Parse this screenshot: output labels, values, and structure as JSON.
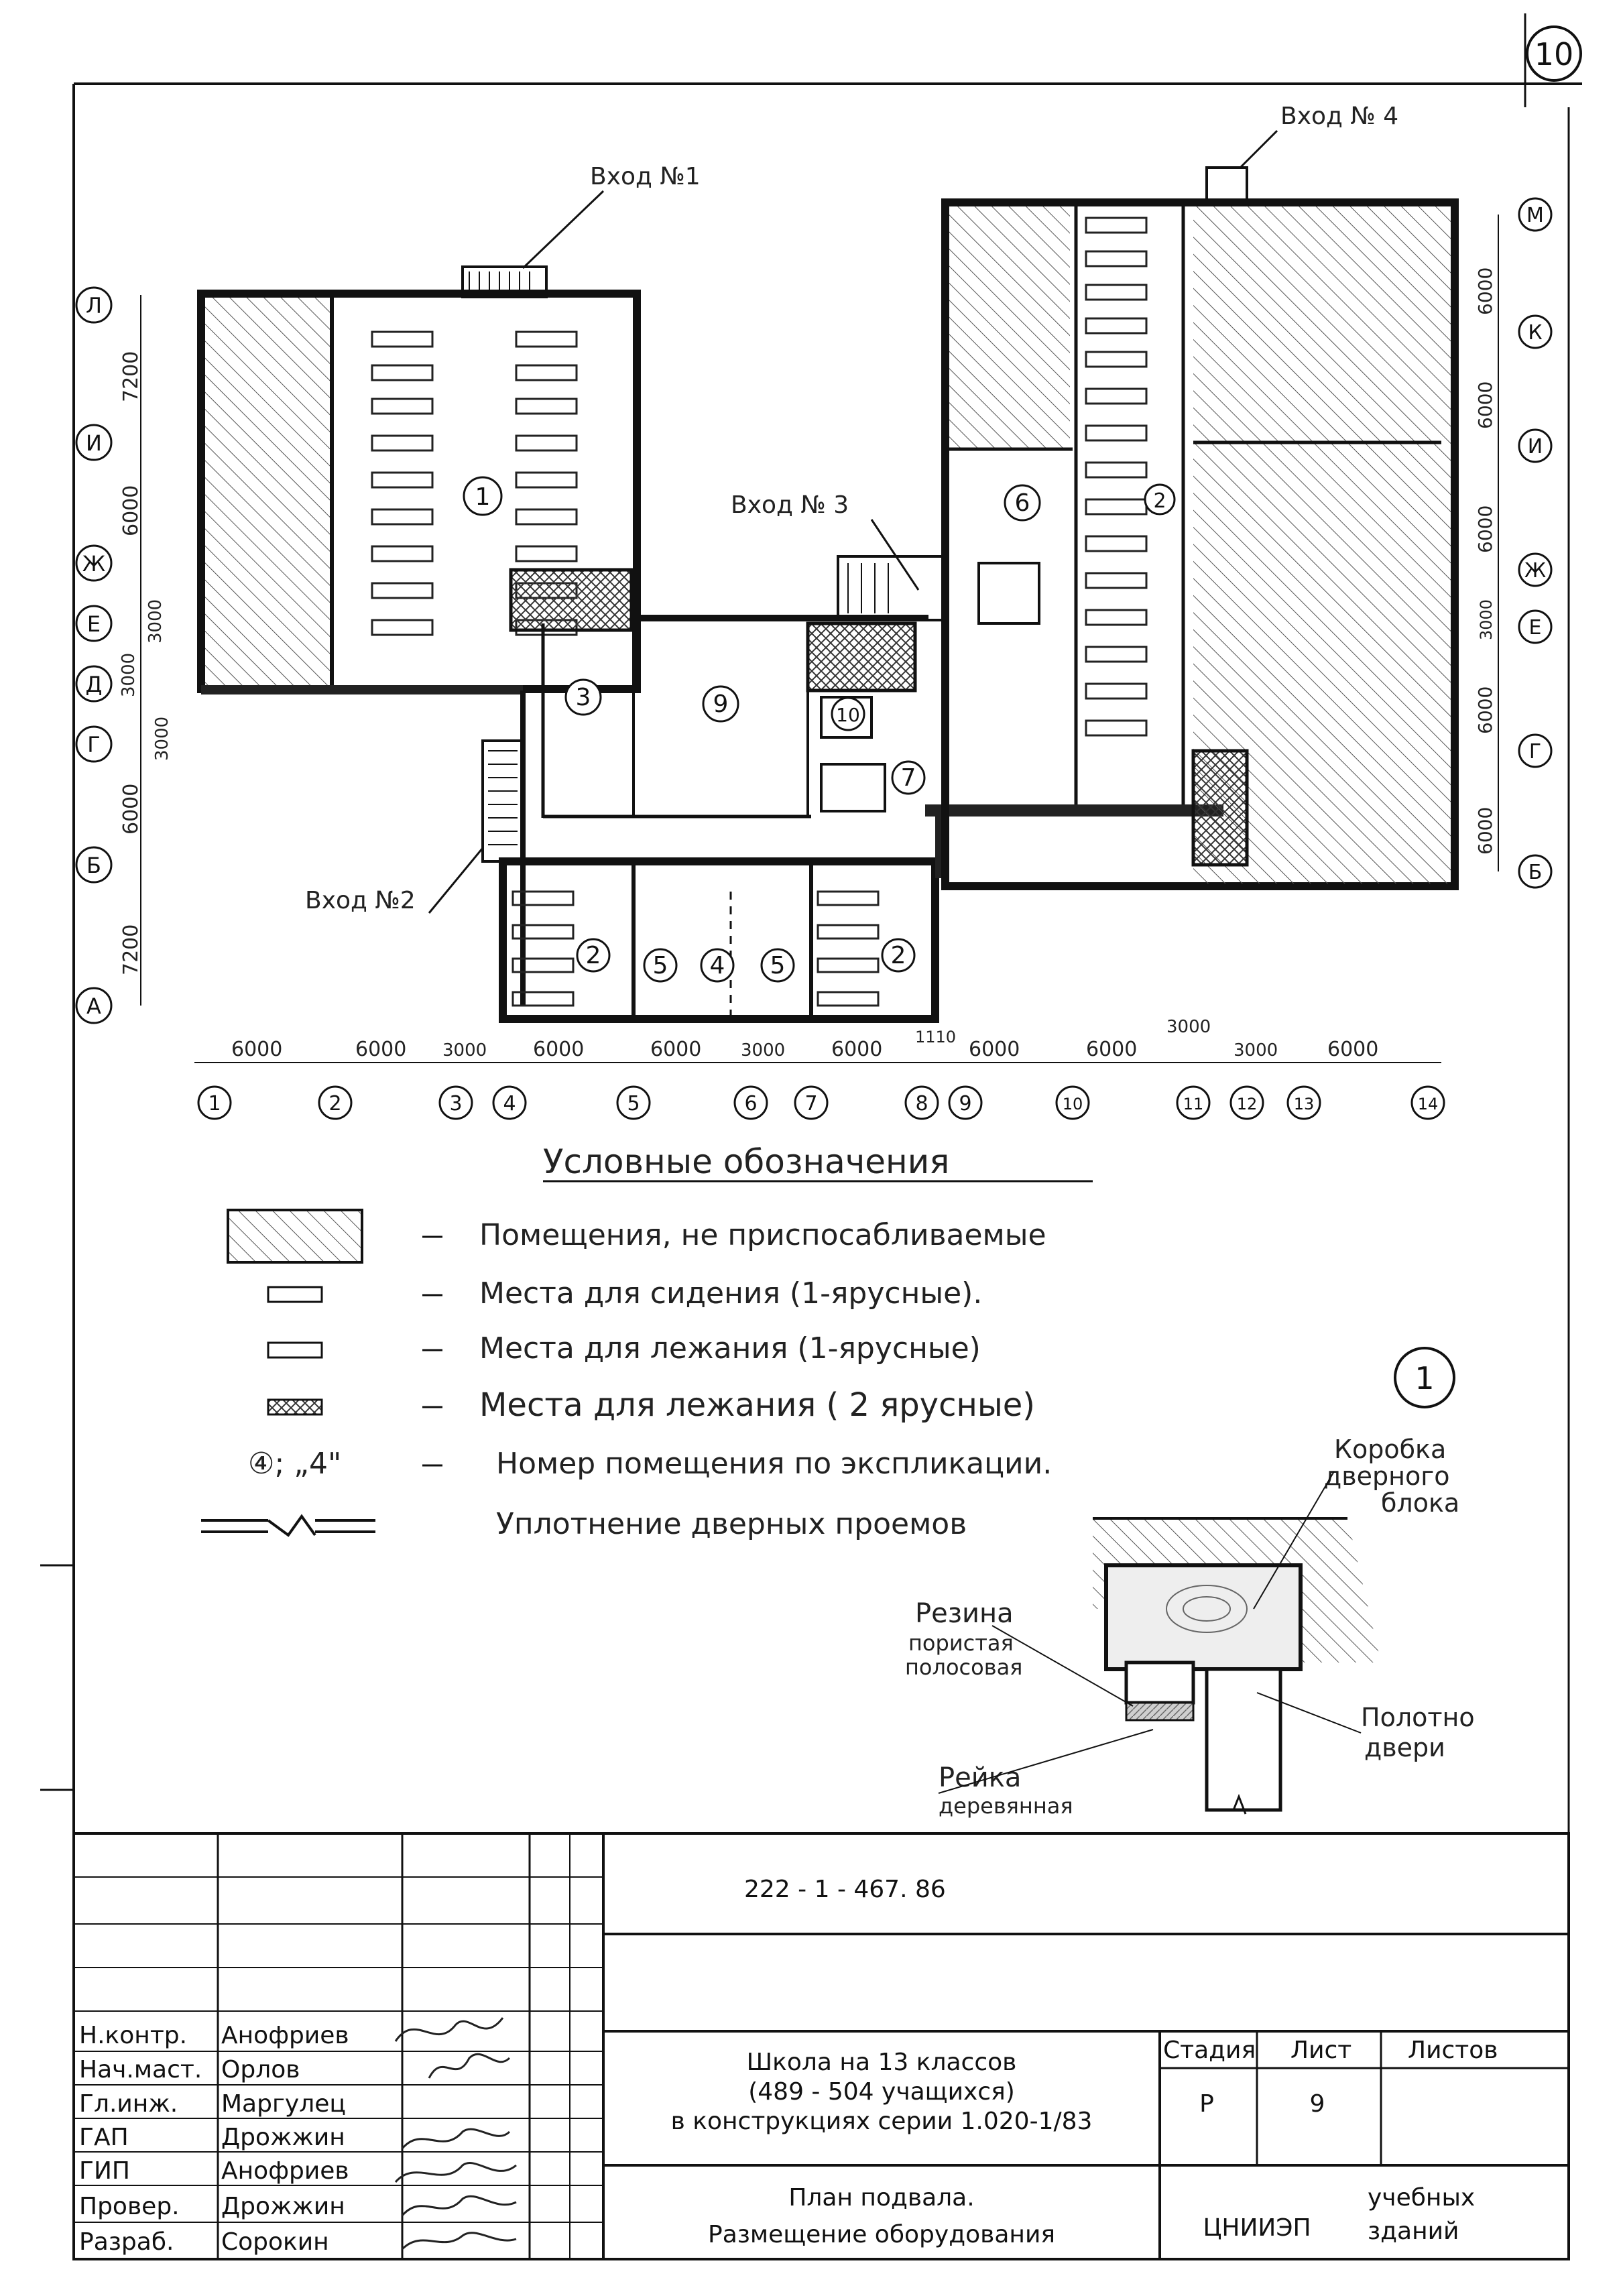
{
  "sheet_mark": "10",
  "entrances": [
    "Вход №1",
    "Вход №2",
    "Вход № 3",
    "Вход № 4"
  ],
  "axes_letters": [
    "А",
    "Б",
    "Г",
    "Д",
    "Е",
    "Ж",
    "И",
    "Л"
  ],
  "axes_letters_right": [
    "Б",
    "Г",
    "Е",
    "Ж",
    "И",
    "К",
    "М"
  ],
  "axes_numbers": [
    "1",
    "2",
    "3",
    "4",
    "5",
    "6",
    "7",
    "8",
    "9",
    "10",
    "11",
    "12",
    "13",
    "14"
  ],
  "dims_left": [
    "7200",
    "6000",
    "3000",
    "3000",
    "3000",
    "6000",
    "7200"
  ],
  "dims_right": [
    "6000",
    "6000",
    "6000",
    "3000",
    "6000",
    "6000"
  ],
  "dims_bottom": [
    "6000",
    "6000",
    "3000",
    "6000",
    "6000",
    "3000",
    "6000",
    "1110",
    "6000",
    "6000",
    "3000",
    "3000",
    "6000"
  ],
  "room_numbers": [
    "1",
    "2",
    "3",
    "9",
    "10",
    "7",
    "6",
    "2",
    "5",
    "4",
    "5",
    "2"
  ],
  "legend": {
    "title": "Условные обозначения",
    "items": [
      "Помещения, не приспосабливаемые",
      "Места для сидения (1-ярусные).",
      "Места для лежания (1-ярусные)",
      "Места для лежания ( 2 ярусные)",
      "Номер помещения по экспликации.",
      "Уплотнение дверных проемов"
    ],
    "room_number_sample": "④; „4\""
  },
  "detail": {
    "marker": "1",
    "labels": [
      "Коробка",
      "дверного",
      "блока",
      "Резина",
      "пористая",
      "полосовая",
      "Полотно",
      "двери",
      "Рейка",
      "деревянная"
    ]
  },
  "title_block": {
    "doc_code": "222 - 1 - 467. 86",
    "staff": [
      {
        "role": "Н.контр.",
        "name": "Анофриев"
      },
      {
        "role": "Нач.маст.",
        "name": "Орлов"
      },
      {
        "role": "Гл.инж.",
        "name": "Маргулец"
      },
      {
        "role": "ГАП",
        "name": "Дрожжин"
      },
      {
        "role": "ГИП",
        "name": "Анофриев"
      },
      {
        "role": "Провер.",
        "name": "Дрожжин"
      },
      {
        "role": "Разраб.",
        "name": "Сорокин"
      }
    ],
    "project_line1": "Школа на 13 классов",
    "project_line2": "(489 - 504 учащихся)",
    "project_line3": "в конструкциях серии 1.020-1/83",
    "stage_header": "Стадия",
    "sheet_header": "Лист",
    "sheets_header": "Листов",
    "stage_value": "Р",
    "sheet_value": "9",
    "sheets_value": "",
    "drawing_title1": "План подвала.",
    "drawing_title2": "Размещение оборудования",
    "org_name": "ЦНИИЭП",
    "org_sub1": "учебных",
    "org_sub2": "зданий"
  }
}
